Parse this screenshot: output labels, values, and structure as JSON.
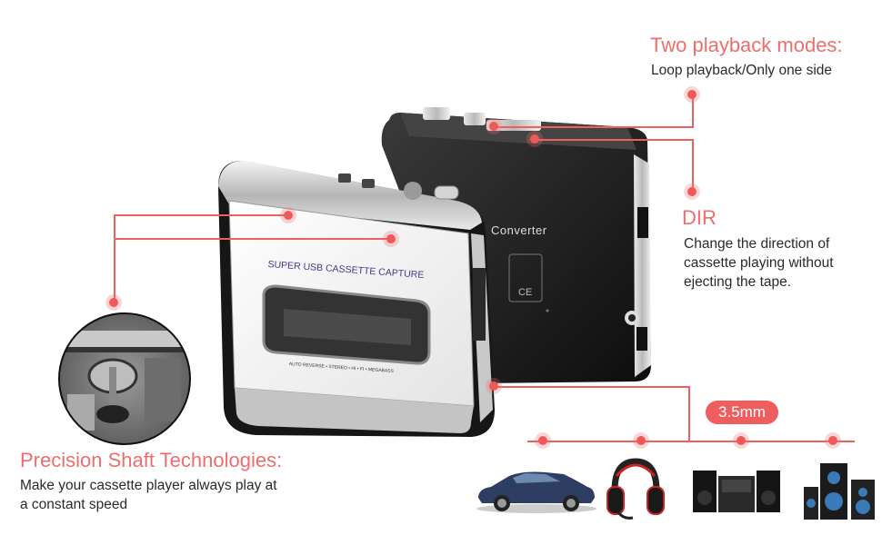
{
  "features": {
    "playback": {
      "title": "Two playback modes:",
      "desc": "Loop playback/Only one side"
    },
    "dir": {
      "title": "DIR",
      "desc_lines": [
        "Change the direction of",
        "cassette playing without",
        "ejecting the tape."
      ]
    },
    "shaft": {
      "title": "Precision Shaft Technologies:",
      "desc_lines": [
        "Make your cassette player always play at",
        "a constant speed"
      ]
    },
    "jack": {
      "label": "3.5mm"
    }
  },
  "device": {
    "front_label": "SUPER USB CASSETTE CAPTURE",
    "front_sub": "AUTO REVERSE • STEREO • HI • FI • MEGABASS",
    "back_label": "Converter"
  },
  "outputs": [
    "car-icon",
    "headphones-icon",
    "stereo-icon",
    "speakers-icon"
  ],
  "colors": {
    "accent": "#ee6e6e",
    "line": "#ee6060"
  }
}
